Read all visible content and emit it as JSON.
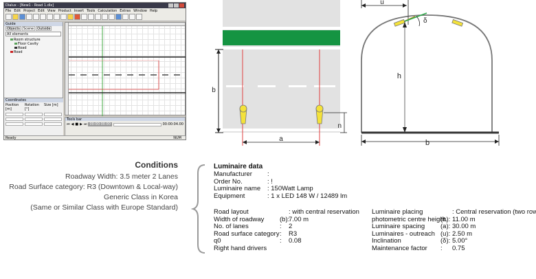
{
  "software": {
    "title": "Dialux - [New1 - Road 1.dlx]",
    "menu": [
      "File",
      "Edit",
      "Project",
      "Edit",
      "View",
      "Product",
      "Insert",
      "Tools",
      "Calculation",
      "Extras",
      "Window",
      "Help"
    ],
    "pane_title": "Guide",
    "tabs": [
      "Objects",
      "Scene",
      "Outside"
    ],
    "combo_value": "All elements",
    "tree": [
      "Room structure",
      "Floor Cavity",
      "Road",
      "Road"
    ],
    "props_title": "Coordinates",
    "props_labels": [
      "Position [m]",
      "Rotation [°]",
      "Size [m]"
    ],
    "anim_title": "Tools bar",
    "anim_time": "00:00:00.00",
    "anim_time2": "00:00:04.00",
    "status_left": "Ready",
    "status_right": "NUM"
  },
  "road_plan": {
    "dim_a": "a",
    "dim_b": "b",
    "dim_n": "n"
  },
  "tunnel_section": {
    "dim_u": "u",
    "dim_delta": "δ",
    "dim_h": "h",
    "dim_b": "b"
  },
  "conditions": {
    "title": "Conditions",
    "lines": [
      "Roadway Width: 3.5 meter  2 Lanes",
      "Road Surface category: R3 (Downtown & Local-way)",
      "Generic Class in Korea",
      "(Same or Similar Class with Europe Standard)"
    ]
  },
  "luminaire": {
    "title": "Luminaire data",
    "rows": [
      {
        "k": "Manufacturer",
        "v": ":"
      },
      {
        "k": "Order No.",
        "v": ": !"
      },
      {
        "k": "Luminaire name",
        "v": ": 150Watt Lamp"
      },
      {
        "k": "Equipment",
        "v": ": 1 x LED 148 W / 12489 lm"
      }
    ],
    "left": [
      {
        "k": "Road layout",
        "sym": "",
        "v": ": with central reservation"
      },
      {
        "k": "Width of roadway",
        "sym": "(b):",
        "v": "7.00 m"
      },
      {
        "k": "No. of lanes",
        "sym": ":",
        "v": "2"
      },
      {
        "k": "Road surface category",
        "sym": ":",
        "v": "R3"
      },
      {
        "k": "q0",
        "sym": ":",
        "v": "0.08"
      },
      {
        "k": "Right hand drivers",
        "sym": "",
        "v": ""
      }
    ],
    "right": [
      {
        "k": "Luminaire placing",
        "sym": "",
        "v": ": Central reservation (two rows"
      },
      {
        "k": "photometric centre height.",
        "sym": "(h):",
        "v": "11.00 m"
      },
      {
        "k": "Luminaire spacing",
        "sym": "(a):",
        "v": "30.00 m"
      },
      {
        "k": "Luminaires - outreach",
        "sym": "(u):",
        "v": "2.50 m"
      },
      {
        "k": "Inclination",
        "sym": "(δ):",
        "v": "5.00°"
      },
      {
        "k": "Maintenance factor",
        "sym": ":",
        "v": "0.75"
      }
    ]
  }
}
